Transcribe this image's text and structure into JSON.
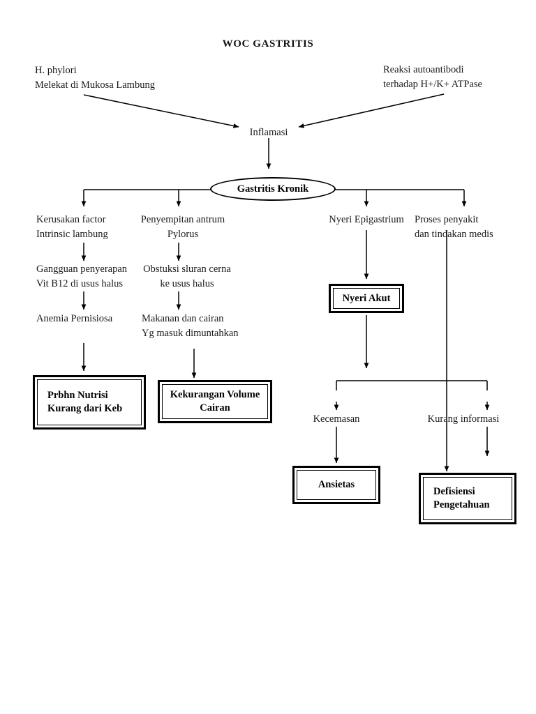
{
  "document": {
    "title": "WOC GASTRITIS"
  },
  "diagram": {
    "type": "flowchart",
    "orientation": "top-down",
    "line_color": "#000000",
    "background": "#ffffff",
    "causes": [
      {
        "id": "h-phylori",
        "label": "H. phylori\nMelekat di Mukosa Lambung"
      },
      {
        "id": "autoantibodi",
        "label": "Reaksi autoantibodi\nterhadap H+/K+ ATPase"
      }
    ],
    "process": [
      {
        "id": "inflamasi",
        "label": "Inflamasi"
      },
      {
        "id": "gastritis-kronik",
        "label": "Gastritis Kronik",
        "shape": "ellipse"
      }
    ],
    "branches": [
      {
        "id": "branch-1",
        "steps": [
          {
            "id": "kerusakan-factor",
            "label": "Kerusakan factor\nIntrinsic lambung"
          },
          {
            "id": "gangguan-penyerapan",
            "label": "Gangguan penyerapan\nVit B12 di usus halus"
          },
          {
            "id": "anemia-pernisiosa",
            "label": "Anemia Pernisiosa"
          }
        ],
        "outcome": {
          "id": "prbhn-nutrisi",
          "label": "Prbhn Nutrisi\nKurang dari Keb"
        }
      },
      {
        "id": "branch-2",
        "steps": [
          {
            "id": "penyempitan-antrum",
            "label": "Penyempitan antrum\nPylorus"
          },
          {
            "id": "obstuksi-sluran",
            "label": "Obstuksi sluran cerna\nke usus halus"
          },
          {
            "id": "makanan-cairan",
            "label": "Makanan dan cairan\nYg masuk dimuntahkan"
          }
        ],
        "outcome": {
          "id": "kekurangan-volume-cairan",
          "label": "Kekurangan Volume\nCairan"
        }
      },
      {
        "id": "branch-3",
        "steps": [
          {
            "id": "nyeri-epigastrium",
            "label": "Nyeri Epigastrium"
          }
        ],
        "outcome": {
          "id": "nyeri-akut",
          "label": "Nyeri Akut"
        },
        "sub_steps": [
          {
            "id": "kecemasan",
            "label": "Kecemasan"
          }
        ],
        "sub_outcome": {
          "id": "ansietas",
          "label": "Ansietas"
        }
      },
      {
        "id": "branch-4",
        "steps": [
          {
            "id": "proses-penyakit",
            "label": "Proses penyakit\ndan tindakan medis"
          },
          {
            "id": "kurang-informasi",
            "label": "Kurang informasi"
          }
        ],
        "outcome": {
          "id": "defisiensi-pengetahuan",
          "label": "Defisiensi\nPengetahuan"
        }
      }
    ]
  }
}
